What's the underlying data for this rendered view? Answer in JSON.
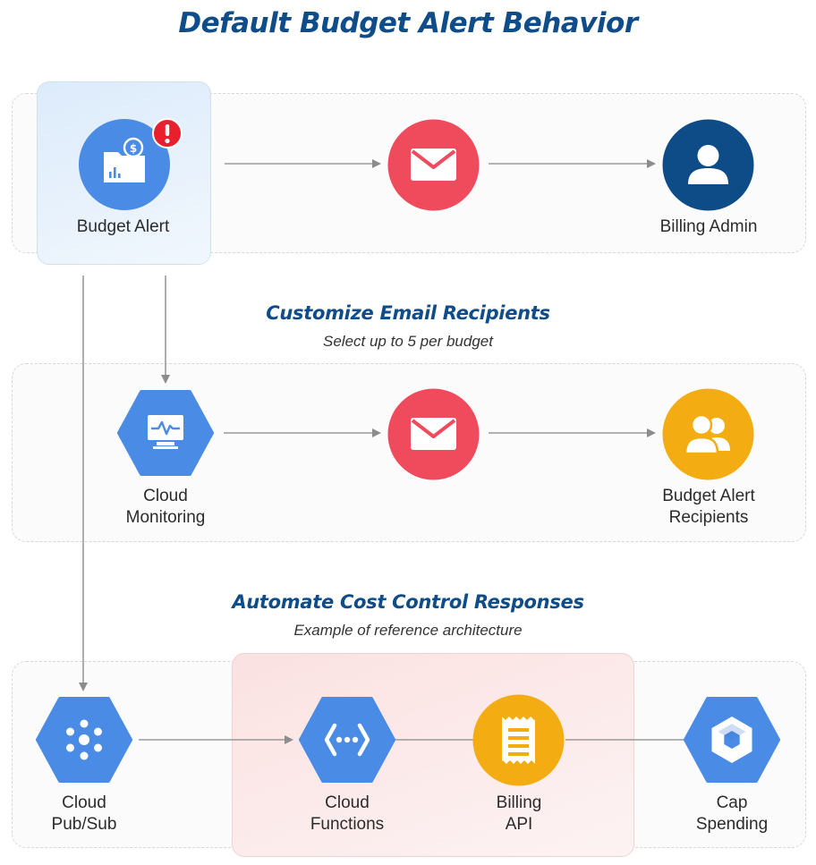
{
  "title": "Default Budget Alert Behavior",
  "sections": {
    "customize": {
      "title": "Customize Email Recipients",
      "subtitle": "Select up to 5 per budget"
    },
    "automate": {
      "title": "Automate Cost Control Responses",
      "subtitle": "Example of reference architecture"
    }
  },
  "nodes": {
    "budget_alert": {
      "label": "Budget Alert",
      "icon": "folder-dollar-chart-icon",
      "badge": "alert-exclamation-icon"
    },
    "email_1": {
      "icon": "envelope-icon"
    },
    "billing_admin": {
      "label": "Billing Admin",
      "icon": "user-icon"
    },
    "cloud_monitoring": {
      "label": "Cloud\nMonitoring",
      "icon": "monitor-pulse-icon"
    },
    "email_2": {
      "icon": "envelope-icon"
    },
    "budget_alert_recipients": {
      "label": "Budget Alert\nRecipients",
      "icon": "users-icon"
    },
    "cloud_pubsub": {
      "label": "Cloud\nPub/Sub",
      "icon": "pubsub-icon"
    },
    "cloud_functions": {
      "label": "Cloud\nFunctions",
      "icon": "functions-icon"
    },
    "billing_api": {
      "label": "Billing\nAPI",
      "icon": "receipt-icon"
    },
    "cap_spending": {
      "label": "Cap\nSpending",
      "icon": "hexagon-ring-icon"
    }
  },
  "colors": {
    "title": "#0f4c8a",
    "blue": "#4a8be6",
    "red": "#f04b5d",
    "navy": "#0e4c87",
    "amber": "#f3ad12",
    "alert": "#e8202d",
    "arrow": "#8c8c8c"
  }
}
